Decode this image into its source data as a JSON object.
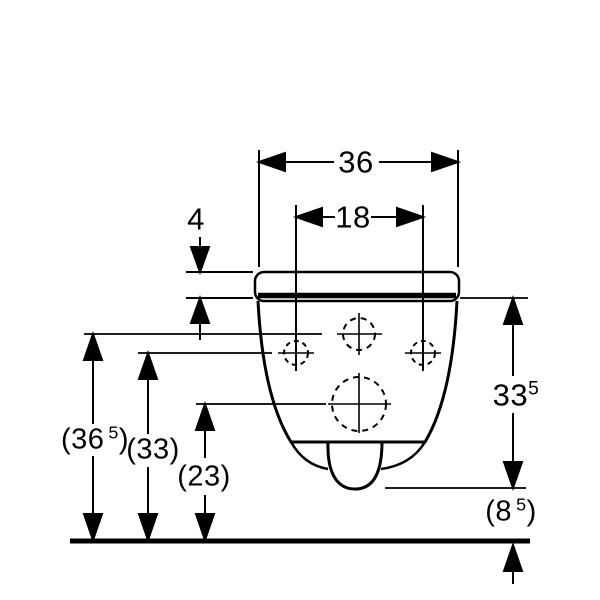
{
  "labels": {
    "dim_36": "36",
    "dim_18": "18",
    "dim_4": "4",
    "dim_33_5": {
      "base": "33",
      "sup": "5"
    },
    "dim_36_5": {
      "open": "(36",
      "sup": "5",
      "close": ")"
    },
    "dim_33": "(33)",
    "dim_23": "(23)",
    "dim_8_5": {
      "open": "(8",
      "sup": "5",
      "close": ")"
    }
  },
  "colors": {
    "line": "#000000",
    "background": "#ffffff"
  }
}
